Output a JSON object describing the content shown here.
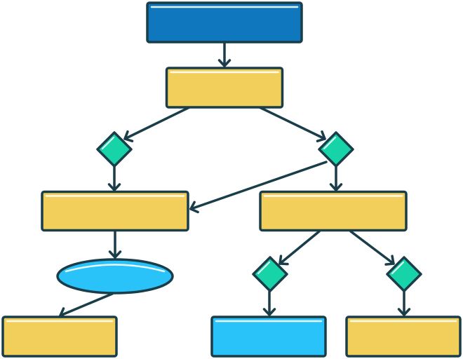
{
  "colors": {
    "stroke": "#1a3d4a",
    "start_box": "#0f77bd",
    "process_box": "#f2ce5b",
    "decision": "#17d4a8",
    "terminal_box": "#29c3fa",
    "highlight": "#ffffff"
  },
  "diagram": {
    "nodes": [
      {
        "id": "start",
        "shape": "rect",
        "fill": "start_box",
        "label": ""
      },
      {
        "id": "process-1",
        "shape": "rect",
        "fill": "process_box",
        "label": ""
      },
      {
        "id": "decision-left",
        "shape": "diamond",
        "fill": "decision",
        "label": ""
      },
      {
        "id": "decision-right",
        "shape": "diamond",
        "fill": "decision",
        "label": ""
      },
      {
        "id": "process-left",
        "shape": "rect",
        "fill": "process_box",
        "label": ""
      },
      {
        "id": "process-right",
        "shape": "rect",
        "fill": "process_box",
        "label": ""
      },
      {
        "id": "ellipse-node",
        "shape": "ellipse",
        "fill": "terminal_box",
        "label": ""
      },
      {
        "id": "decision-bottom-left",
        "shape": "diamond",
        "fill": "decision",
        "label": ""
      },
      {
        "id": "decision-bottom-right",
        "shape": "diamond",
        "fill": "decision",
        "label": ""
      },
      {
        "id": "end-left",
        "shape": "rect",
        "fill": "process_box",
        "label": ""
      },
      {
        "id": "end-middle",
        "shape": "rect",
        "fill": "terminal_box",
        "label": ""
      },
      {
        "id": "end-right",
        "shape": "rect",
        "fill": "process_box",
        "label": ""
      }
    ],
    "edges": [
      {
        "from": "start",
        "to": "process-1"
      },
      {
        "from": "process-1",
        "to": "decision-left"
      },
      {
        "from": "process-1",
        "to": "decision-right"
      },
      {
        "from": "decision-left",
        "to": "process-left"
      },
      {
        "from": "decision-right",
        "to": "process-left"
      },
      {
        "from": "decision-right",
        "to": "process-right"
      },
      {
        "from": "process-left",
        "to": "ellipse-node"
      },
      {
        "from": "ellipse-node",
        "to": "end-left"
      },
      {
        "from": "process-right",
        "to": "decision-bottom-left"
      },
      {
        "from": "process-right",
        "to": "decision-bottom-right"
      },
      {
        "from": "decision-bottom-left",
        "to": "end-middle"
      },
      {
        "from": "decision-bottom-right",
        "to": "end-right"
      }
    ]
  }
}
